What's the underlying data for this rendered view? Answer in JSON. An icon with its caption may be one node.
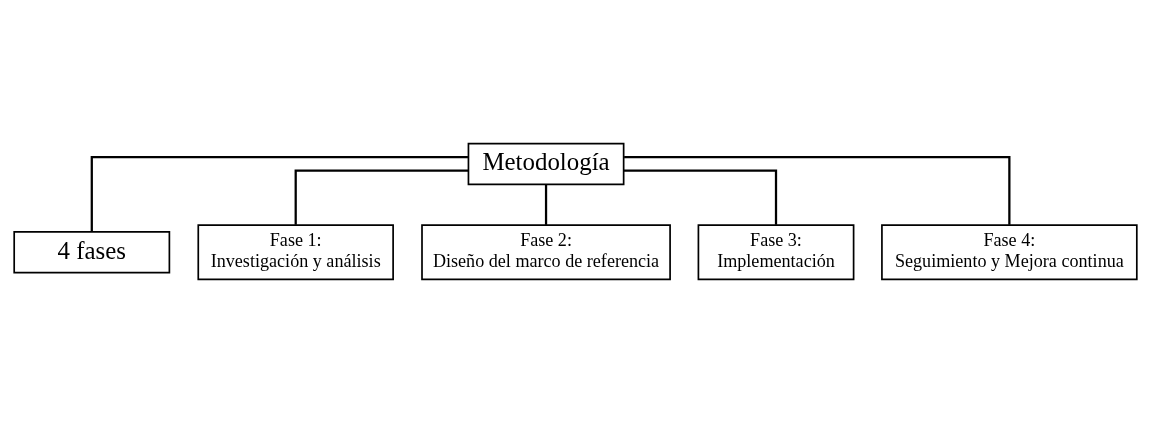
{
  "diagram": {
    "nodes": [
      {
        "text": [
          "Metodología"
        ]
      },
      {
        "text": [
          "4 fases"
        ]
      },
      {
        "text": [
          "Fase 1:",
          "Investigación y análisis"
        ]
      },
      {
        "text": [
          "Fase 2:",
          "Diseño del marco de referencia"
        ]
      },
      {
        "text": [
          "Fase 3:",
          "Implementación"
        ]
      },
      {
        "text": [
          "Fase 4:",
          "Seguimiento y Mejora continua"
        ]
      }
    ],
    "edges": [
      {
        "from": 0,
        "to": 1,
        "arrow": "none"
      },
      {
        "from": 0,
        "to": 2,
        "arrow": "none"
      },
      {
        "from": 0,
        "to": 3,
        "arrow": "none"
      },
      {
        "from": 0,
        "to": 4,
        "arrow": "none"
      },
      {
        "from": 0,
        "to": 5,
        "arrow": "none"
      }
    ]
  }
}
